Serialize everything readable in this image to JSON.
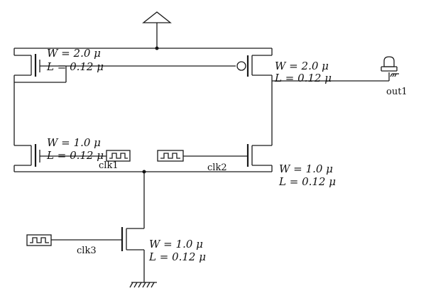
{
  "diagram": {
    "transistors": [
      {
        "id": "pmos-left",
        "w_label": "W = 2.0 μ",
        "l_label": "L = 0.12 μ"
      },
      {
        "id": "pmos-right",
        "w_label": "W = 2.0 μ",
        "l_label": "L = 0.12 μ"
      },
      {
        "id": "nmos-left",
        "w_label": "W = 1.0 μ",
        "l_label": "L = 0.12 μ"
      },
      {
        "id": "nmos-right",
        "w_label": "W = 1.0 μ",
        "l_label": "L = 0.12 μ"
      },
      {
        "id": "nmos-bottom",
        "w_label": "W = 1.0 μ",
        "l_label": "L = 0.12 μ"
      }
    ],
    "signals": {
      "clk1": "clk1",
      "clk2": "clk2",
      "clk3": "clk3",
      "out1": "out1"
    }
  }
}
